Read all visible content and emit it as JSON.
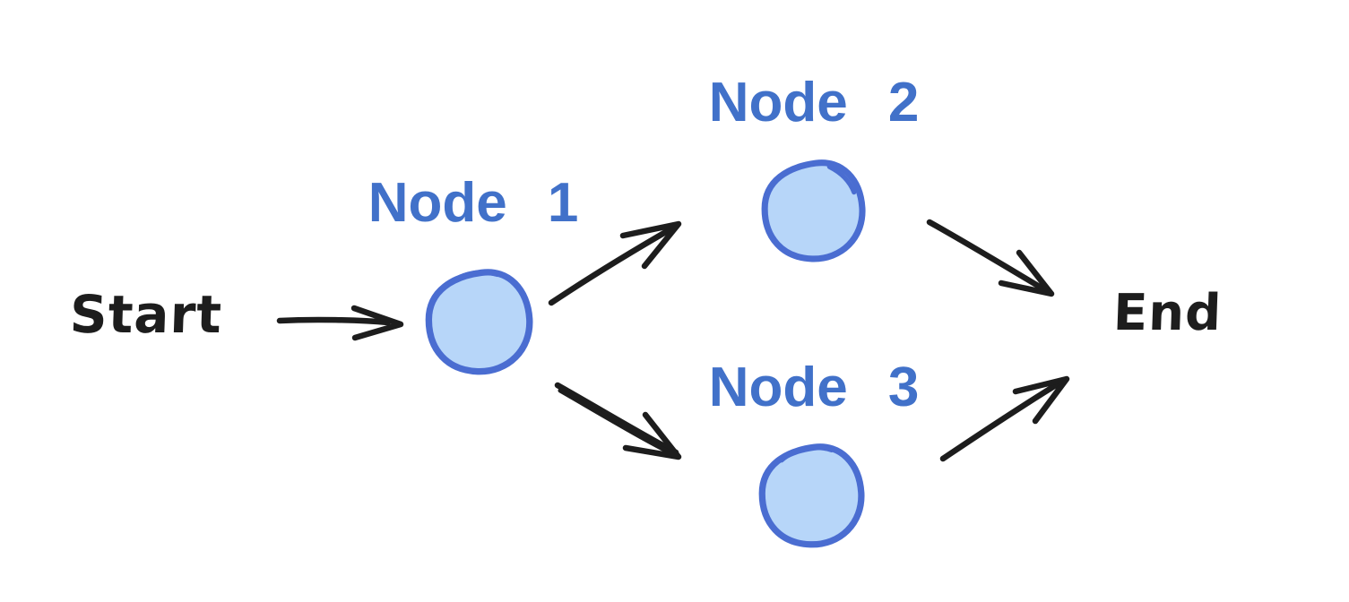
{
  "colors": {
    "background": "#ffffff",
    "ink": "#1d1d1d",
    "node_stroke": "#4a6dd1",
    "node_fill": "#b7d6f9",
    "node_label": "#4171c9"
  },
  "diagram": {
    "type": "flow-graph",
    "style": "hand-drawn-sketch",
    "nodes": [
      {
        "id": "start",
        "label": "Start",
        "kind": "text"
      },
      {
        "id": "node1",
        "label": "Node 1",
        "kind": "circle"
      },
      {
        "id": "node2",
        "label": "Node 2",
        "kind": "circle"
      },
      {
        "id": "node3",
        "label": "Node 3",
        "kind": "circle"
      },
      {
        "id": "end",
        "label": "End",
        "kind": "text"
      }
    ],
    "edges": [
      {
        "from": "start",
        "to": "node1"
      },
      {
        "from": "node1",
        "to": "node2"
      },
      {
        "from": "node1",
        "to": "node3",
        "note": "double-stroke line"
      },
      {
        "from": "node2",
        "to": "end"
      },
      {
        "from": "node3",
        "to": "end"
      }
    ]
  }
}
